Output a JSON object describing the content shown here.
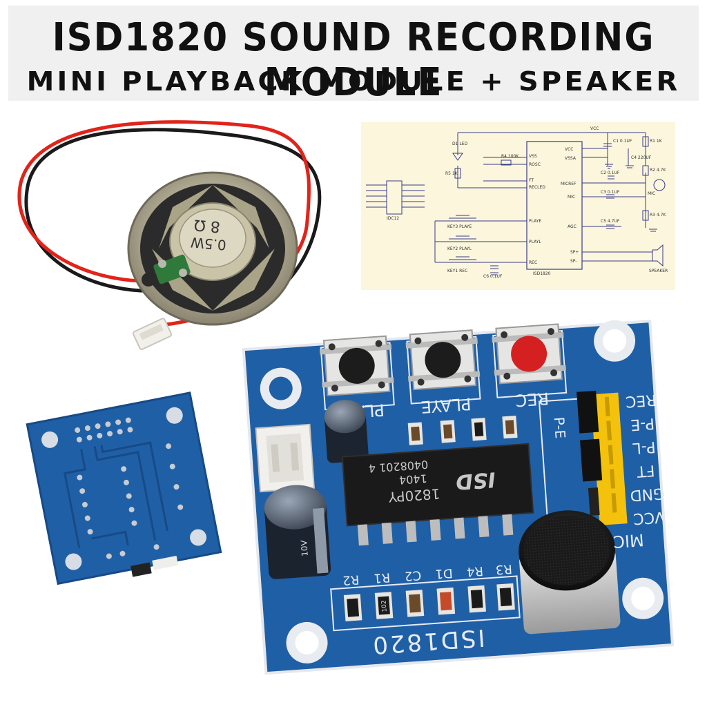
{
  "banner": {
    "title": "ISD1820 SOUND RECORDING MODULE",
    "subtitle": "MINI PLAYBACK MODULE + SPEAKER"
  },
  "speaker": {
    "rating_ohm": "8 Ω",
    "rating_watt": "0.5W"
  },
  "schematic": {
    "vcc": "VCC",
    "chip": "ISD1820",
    "left_pins": [
      "VSS",
      "ROSC",
      "FT",
      "RECLED",
      "PLAYE",
      "PLAYL",
      "REC"
    ],
    "right_pins": [
      "VCC",
      "VSSA",
      "MICREF",
      "MIC",
      "AGC",
      "SP+",
      "SP-"
    ],
    "components": [
      "D1 LED",
      "R4 100K",
      "R5 1K",
      "R1 1K",
      "R2 4.7K",
      "R3 4.7K",
      "C1 0.1UF",
      "C2 0.1UF",
      "C3 0.1UF",
      "C4 220UF",
      "C5 4.7UF",
      "C6 0.1UF",
      "KEY1 REC",
      "KEY2 PLAYL",
      "KEY3 PLAYE",
      "MIC",
      "SPEAKER",
      "IDC12"
    ]
  },
  "board": {
    "buttons": [
      "PLAYL",
      "PLAYE",
      "REC"
    ],
    "header_labels": [
      "REC",
      "P-E",
      "P-L",
      "FT",
      "GND",
      "VCC"
    ],
    "jumper_label": "P-E",
    "chip_brand": "ISD",
    "chip_model": "1820PY",
    "chip_date": "1404",
    "chip_code": "0408201 4",
    "component_labels": [
      "R2",
      "R1",
      "C2",
      "D1",
      "R4",
      "R3"
    ],
    "resistor_code": "102",
    "board_name": "ISD1820",
    "mic_label": "MIC",
    "cap_text": "10V"
  },
  "colors": {
    "pcb": "#1f5fa6",
    "pcb_dark": "#174a86",
    "silk": "#e6ecf5",
    "header": "#f4c20d",
    "rec_button": "#d42020",
    "wire_red": "#e2231a",
    "wire_black": "#1a1a1a",
    "schematic_bg": "#fbf6dc",
    "schematic_line": "#3a3a8a"
  }
}
